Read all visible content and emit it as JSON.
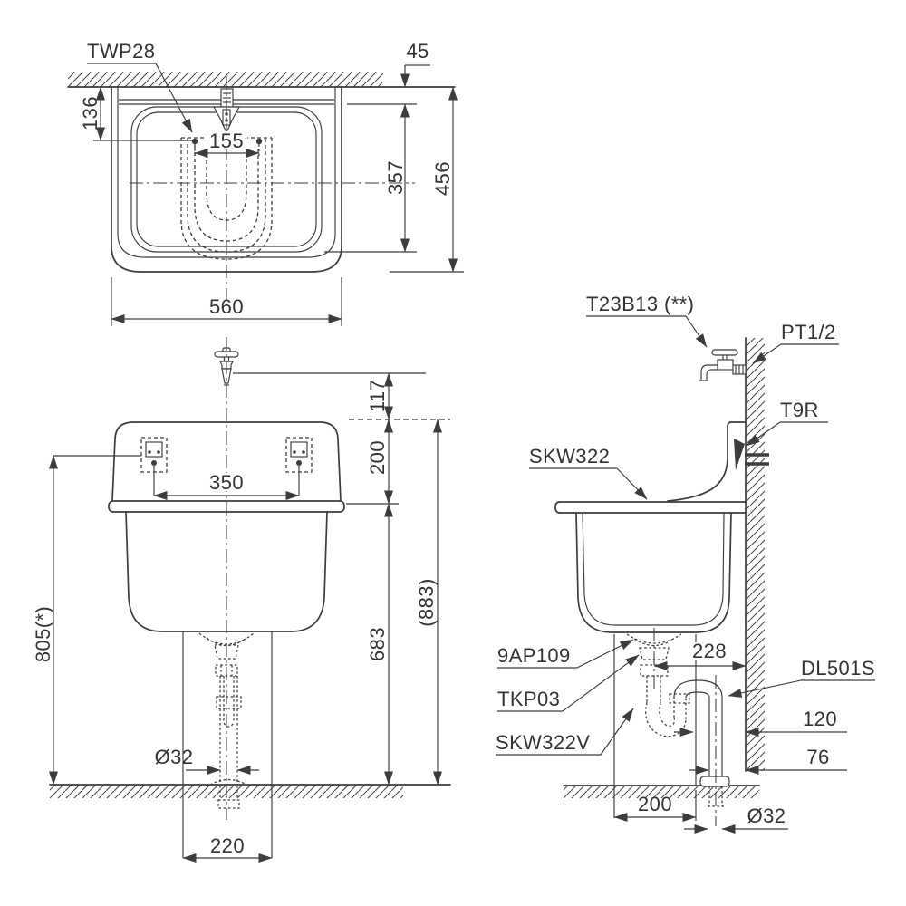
{
  "colors": {
    "line": "#3c3c3c",
    "text": "#333333",
    "background": "#ffffff"
  },
  "top_view": {
    "part_label": "TWP28",
    "dim_wall_gap": "45",
    "dim_back_offset": "136",
    "dim_hanger_pitch": "155",
    "dim_inner_depth": "357",
    "dim_overall_depth": "456",
    "dim_overall_width": "560"
  },
  "front_view": {
    "dim_faucet_to_top": "117",
    "dim_top_section": "200",
    "dim_bolt_pitch": "350",
    "dim_mount_height": "805(*)",
    "dim_rim_to_floor": "683",
    "dim_overall_height": "(883)",
    "dim_drain_diameter": "Ø32",
    "dim_pit_width": "220"
  },
  "side_view": {
    "label_faucet": "T23B13 (**)",
    "label_supply_thread": "PT1/2",
    "label_hanger": "T9R",
    "label_sink_model": "SKW322",
    "label_strainer": "9AP109",
    "label_trap": "TKP03",
    "label_trap_cover": "SKW322V",
    "label_standpipe": "DL501S",
    "dim_drain_to_wall": "228",
    "dim_pipe_offset": "120",
    "dim_pipe_to_wall": "76",
    "dim_pit_depth": "200",
    "dim_pipe_diameter": "Ø32"
  }
}
